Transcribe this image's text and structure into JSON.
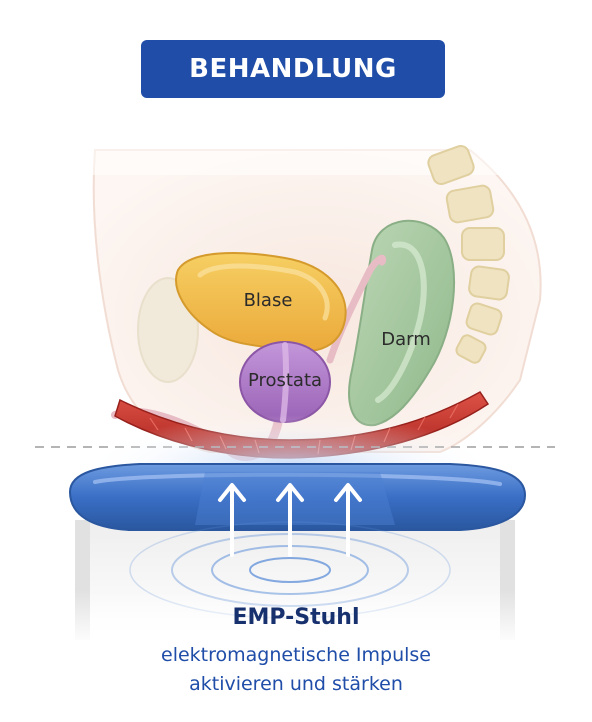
{
  "header": {
    "title": "BEHANDLUNG"
  },
  "labels": {
    "blase": "Blase",
    "prostata": "Prostata",
    "darm": "Darm"
  },
  "caption": {
    "title": "EMP-Stuhl",
    "line1": "elektromagnetische Impulse",
    "line2": "aktivieren und stärken"
  },
  "colors": {
    "header_bg": "#1f4da8",
    "caption_title": "#17306e",
    "caption_sub": "#1f4da8",
    "bladder": "#f2c04a",
    "prostate": "#b07ccb",
    "bowel": "#a9c8a4",
    "muscle": "#c8342e",
    "cushion": "#3b72c9"
  },
  "icons": [
    "arrow-up-icon",
    "wave-rings-icon"
  ]
}
